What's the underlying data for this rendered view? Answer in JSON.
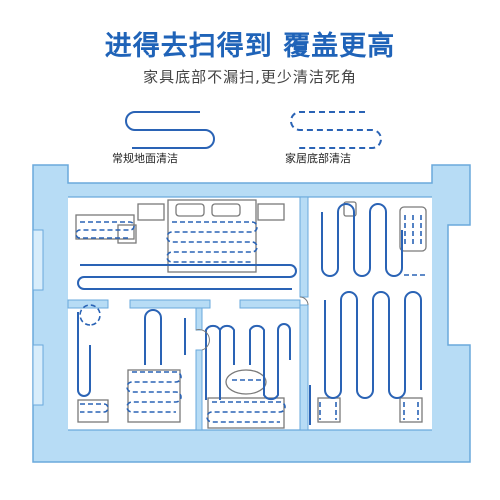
{
  "headline": "进得去扫得到 覆盖更高",
  "subline": "家具底部不漏扫,更少清洁死角",
  "legend": {
    "normal": {
      "label": "常规地面清洁",
      "icon": "solid-serpentine-path-icon"
    },
    "under_furniture": {
      "label": "家居底部清洁",
      "icon": "dashed-serpentine-path-icon"
    }
  },
  "colors": {
    "accent": "#1f63b8",
    "wall": "#b7dcf5",
    "wall_edge": "#6aa9dc",
    "path": "#2a63b5",
    "furniture": "#7a7a7a"
  }
}
